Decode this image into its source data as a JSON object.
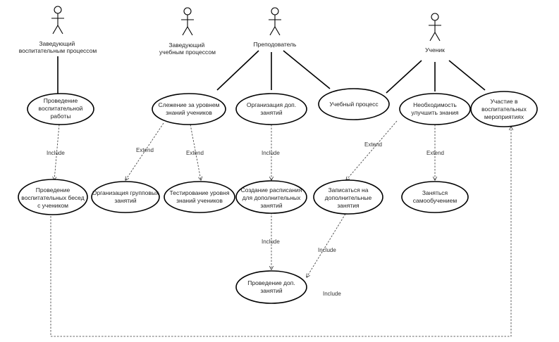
{
  "actors": [
    {
      "id": "head_edu",
      "lines": [
        "Заведующий",
        "воспитательным процессом"
      ]
    },
    {
      "id": "head_study",
      "lines": [
        "Заведующий",
        "учебным процессом"
      ]
    },
    {
      "id": "teacher",
      "lines": [
        "Преподователь"
      ]
    },
    {
      "id": "student",
      "lines": [
        "Ученик"
      ]
    }
  ],
  "use_cases": [
    {
      "id": "uc1",
      "lines": [
        "Проведение",
        "воспитательной",
        "работы"
      ]
    },
    {
      "id": "uc2",
      "lines": [
        "Слежение за уровнем",
        "знаний учеников"
      ]
    },
    {
      "id": "uc3",
      "lines": [
        "Организация доп.",
        "занятий"
      ]
    },
    {
      "id": "uc4",
      "lines": [
        "Учебный процесс"
      ]
    },
    {
      "id": "uc5",
      "lines": [
        "Необходимость",
        "улучшить знания"
      ]
    },
    {
      "id": "uc6",
      "lines": [
        "Участие в",
        "воспитательных",
        "мероприятиях"
      ]
    },
    {
      "id": "uc7",
      "lines": [
        "Проведение",
        "воспитательных бесед",
        "с учеником"
      ]
    },
    {
      "id": "uc8",
      "lines": [
        "Организация групповых",
        "занятий"
      ]
    },
    {
      "id": "uc9",
      "lines": [
        "Тестирование уровня",
        "знаний учеников"
      ]
    },
    {
      "id": "uc10",
      "lines": [
        "Создание расписания",
        "для дополнительных",
        "занятий"
      ]
    },
    {
      "id": "uc11",
      "lines": [
        "Записаться на",
        "дополнительные",
        "занятия"
      ]
    },
    {
      "id": "uc12",
      "lines": [
        "Заняться",
        "самообучением"
      ]
    },
    {
      "id": "uc13",
      "lines": [
        "Проведение доп.",
        "занятий"
      ]
    }
  ],
  "associations": [
    {
      "from": "head_edu",
      "to": "uc1"
    },
    {
      "from": "teacher",
      "to": "uc2"
    },
    {
      "from": "teacher",
      "to": "uc3"
    },
    {
      "from": "teacher",
      "to": "uc4"
    },
    {
      "from": "student",
      "to": "uc4"
    },
    {
      "from": "student",
      "to": "uc5"
    },
    {
      "from": "student",
      "to": "uc6"
    }
  ],
  "dependencies": [
    {
      "from": "uc1",
      "to": "uc7",
      "label": "Include"
    },
    {
      "from": "uc2",
      "to": "uc8",
      "label": "Extend"
    },
    {
      "from": "uc2",
      "to": "uc9",
      "label": "Extend"
    },
    {
      "from": "uc3",
      "to": "uc10",
      "label": "Include"
    },
    {
      "from": "uc5",
      "to": "uc11",
      "label": "Extend"
    },
    {
      "from": "uc5",
      "to": "uc12",
      "label": "Extend"
    },
    {
      "from": "uc10",
      "to": "uc13",
      "label": "Include"
    },
    {
      "from": "uc11",
      "to": "uc13",
      "label": "Include"
    },
    {
      "from": "uc7",
      "to": "uc6",
      "label": "Include"
    }
  ]
}
